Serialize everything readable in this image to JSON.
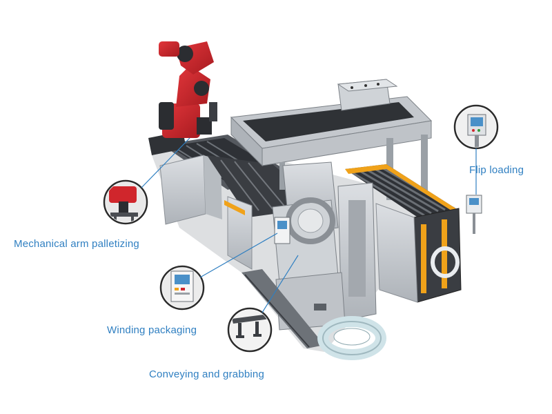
{
  "colors": {
    "label_text": "#2f7fc1",
    "leader_line": "#2f7fc1",
    "machine_gray": "#c9ccd0",
    "machine_dark": "#3a3d42",
    "robot_red": "#d0262c",
    "accent_yellow": "#f0a21a",
    "callout_ring": "#2b2b2b"
  },
  "icons": [
    "robot-arm-detail",
    "hmi-panel-detail",
    "gripper-rail-detail",
    "control-box-detail"
  ],
  "callouts": {
    "mechanical_arm": "Mechanical arm palletizing",
    "flip_loading": "Flip loading",
    "winding_packaging": "Winding packaging",
    "conveying_grabbing": "Conveying and grabbing"
  }
}
